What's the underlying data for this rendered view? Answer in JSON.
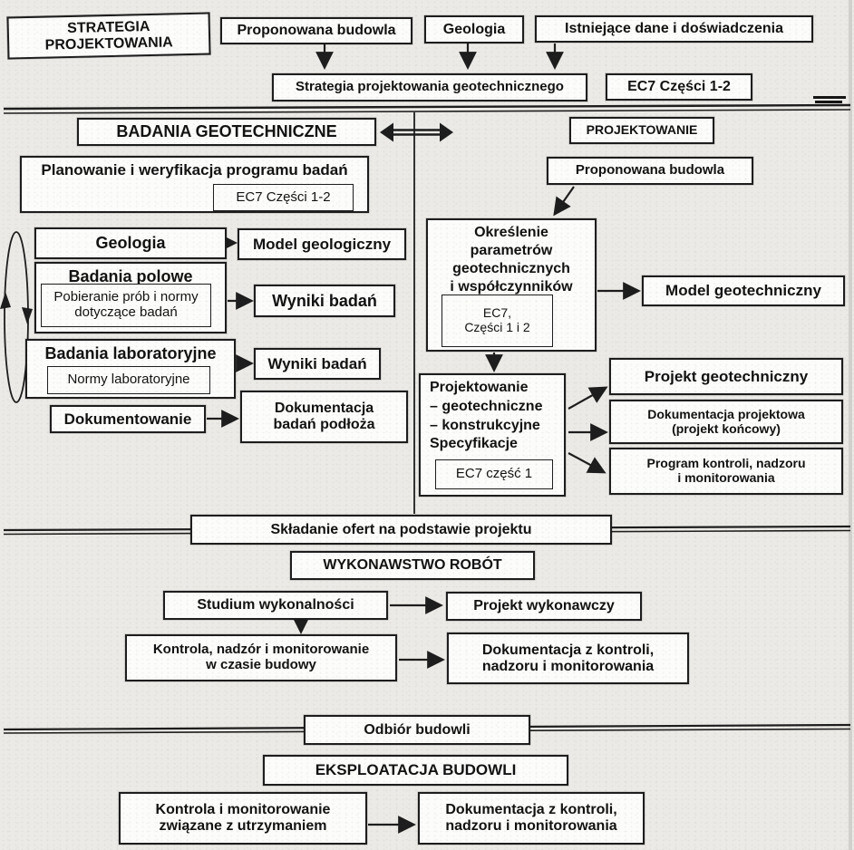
{
  "diagram": {
    "top": {
      "strategia": "STRATEGIA\nPROJEKTOWANIA",
      "proponowana_budowla": "Proponowana budowla",
      "geologia": "Geologia",
      "istniejace_dane": "Istniejące dane i doświadczenia",
      "strategia_geotechniczna": "Strategia projektowania geotechnicznego",
      "ec7_czesci_1_2": "EC7 Części 1-2"
    },
    "badania": {
      "header": "BADANIA GEOTECHNICZNE",
      "planowanie": "Planowanie i weryfikacja programu badań",
      "ec7_czesci_1_2": "EC7 Części 1-2",
      "geologia": "Geologia",
      "model_geologiczny": "Model geologiczny",
      "badania_polowe": "Badania polowe",
      "pobieranie_prob": "Pobieranie prób i normy\ndotyczące badań",
      "wyniki_badan_1": "Wyniki badań",
      "badania_laboratoryjne": "Badania laboratoryjne",
      "normy_laboratoryjne": "Normy laboratoryjne",
      "wyniki_badan_2": "Wyniki badań",
      "dokumentowanie": "Dokumentowanie",
      "dokumentacja_badan": "Dokumentacja\nbadań podłoża"
    },
    "projektowanie": {
      "header": "PROJEKTOWANIE",
      "proponowana_budowla": "Proponowana budowla",
      "okreslenie": "Określenie\nparametrów\ngeotechnicznych\ni współczynników",
      "ec7_czesci_1_i_2": "EC7,\nCzęści 1 i 2",
      "model_geotechniczny": "Model geotechniczny",
      "projektowanie_box": "Projektowanie\n– geotechniczne\n– konstrukcyjne\nSpecyfikacje",
      "ec7_czesc_1": "EC7 część 1",
      "projekt_geotechniczny": "Projekt geotechniczny",
      "dokumentacja_projektowa": "Dokumentacja projektowa\n(projekt końcowy)",
      "program_kontroli": "Program kontroli, nadzoru\ni monitorowania"
    },
    "wykonawstwo": {
      "skladanie_ofert": "Składanie ofert na podstawie projektu",
      "header": "WYKONAWSTWO ROBÓT",
      "studium": "Studium wykonalności",
      "projekt_wykonawczy": "Projekt wykonawczy",
      "kontrola_nadzor": "Kontrola, nadzór i monitorowanie\nw czasie budowy",
      "dokumentacja_kontroli": "Dokumentacja z kontroli,\nnadzoru i monitorowania"
    },
    "eksploatacja": {
      "odbior": "Odbiór budowli",
      "header": "EKSPLOATACJA BUDOWLI",
      "kontrola_utrzymanie": "Kontrola i monitorowanie\nzwiązane z utrzymaniem",
      "dokumentacja_kontroli": "Dokumentacja z kontroli,\nnadzoru i monitorowania"
    },
    "colors": {
      "paper": "#eceae6",
      "box_background": "#fcfcfa",
      "line": "#1d1d1d"
    }
  }
}
